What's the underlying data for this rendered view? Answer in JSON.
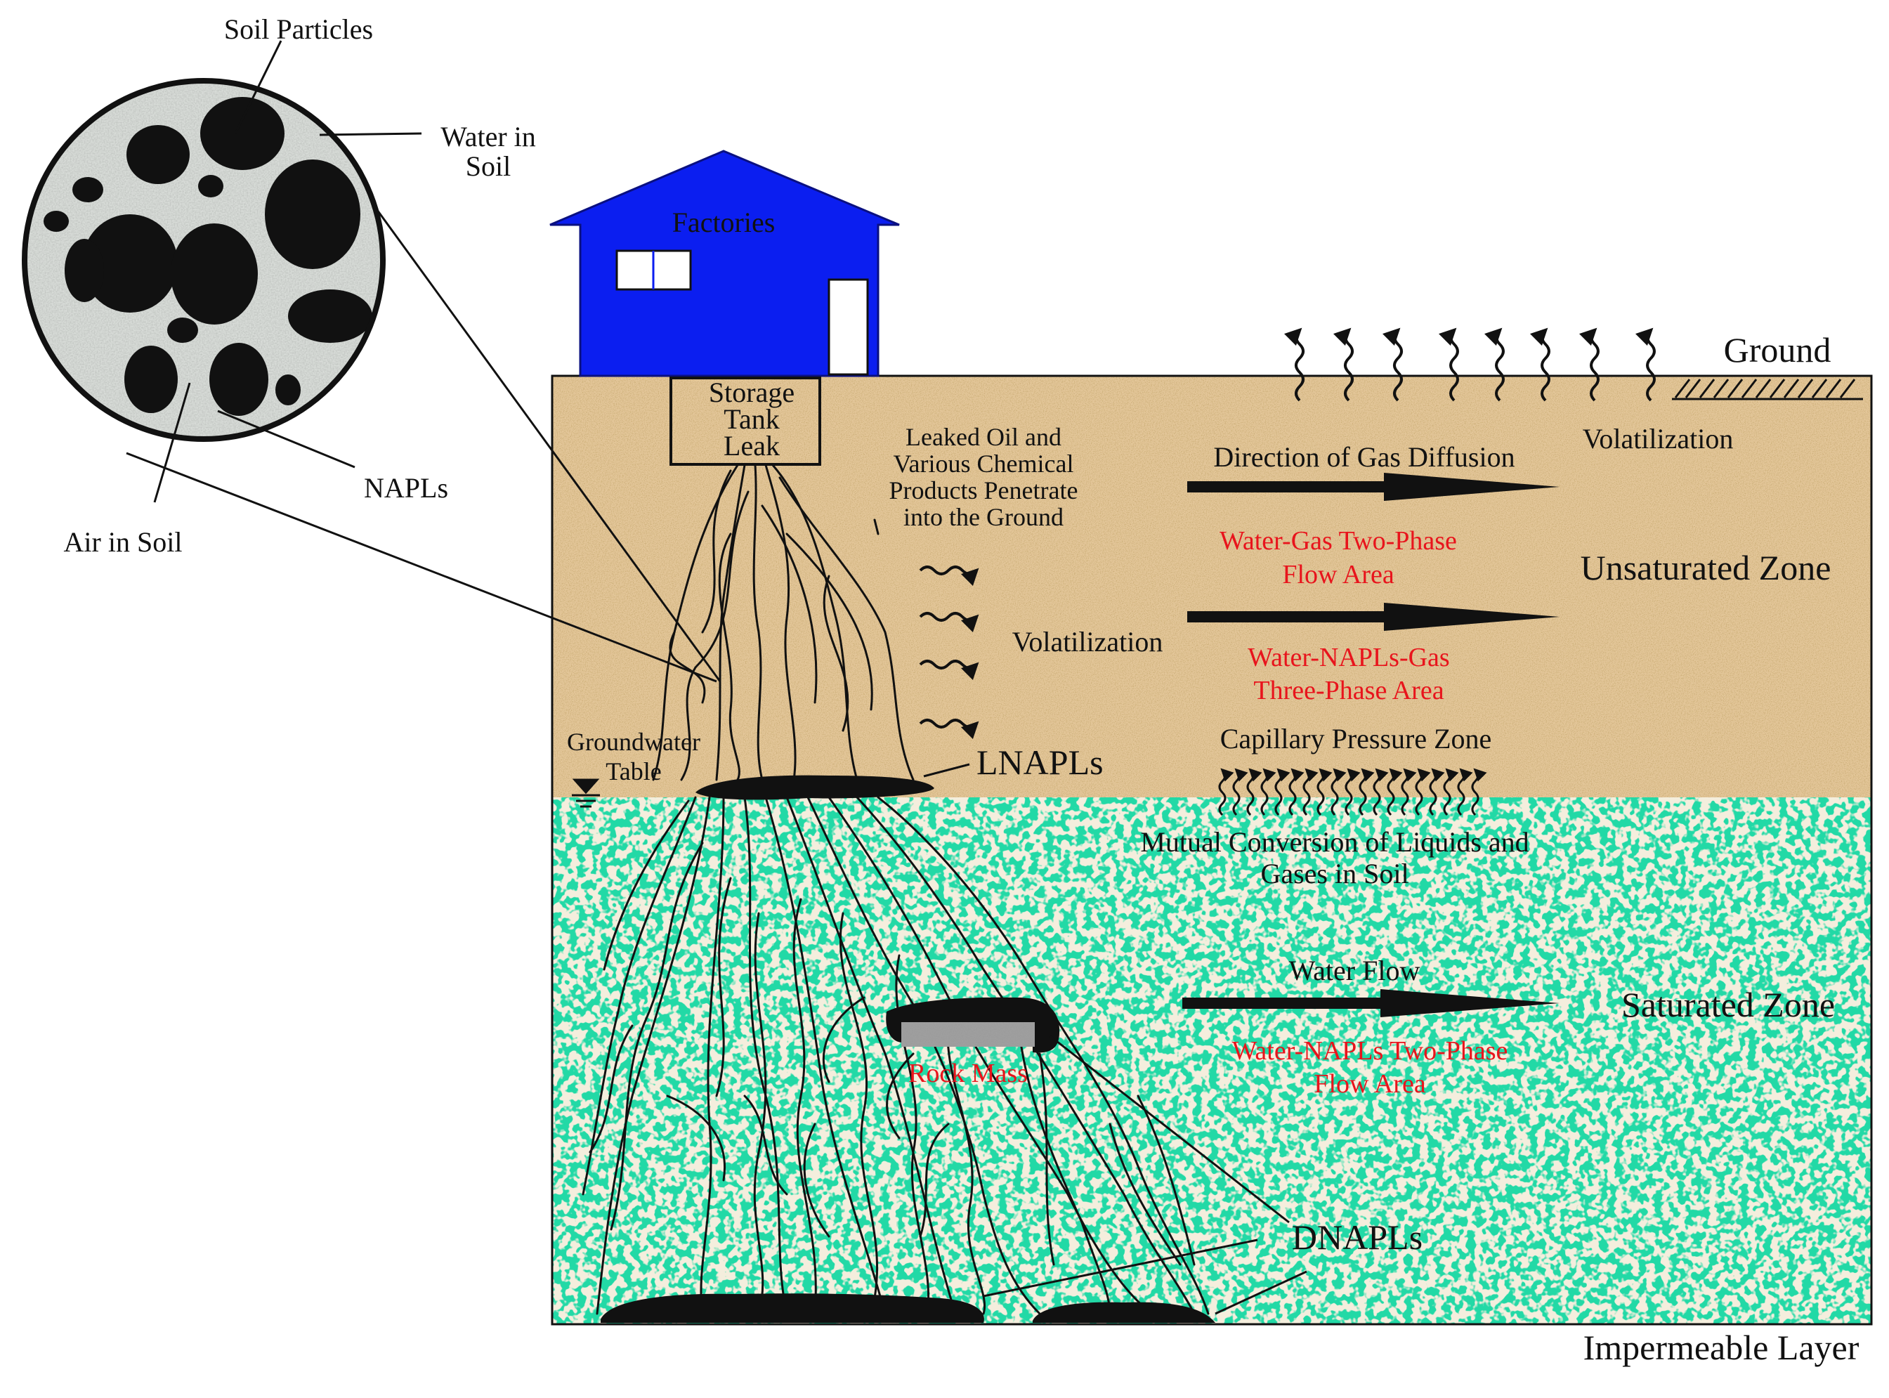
{
  "colors": {
    "unsaturated_soil": "#e4c79a",
    "saturated_zone": "#22d9a6",
    "factory": "#0b1ef0",
    "contaminant": "#111111",
    "red_label": "#e8141c",
    "outline": "#111111"
  },
  "labels": {
    "soil_particles": "Soil Particles",
    "water_in_soil": [
      "Water in",
      "Soil"
    ],
    "napls": "NAPLs",
    "air_in_soil": "Air in Soil",
    "factories": "Factories",
    "storage_tank": [
      "Storage",
      "Tank",
      "Leak"
    ],
    "leaked_oil": [
      "Leaked Oil and",
      "Various Chemical",
      "Products Penetrate",
      "into the Ground"
    ],
    "ground": "Ground",
    "volatilization_top": "Volatilization",
    "gas_diffusion": "Direction of Gas Diffusion",
    "water_gas": [
      "Water-Gas Two-Phase",
      "Flow Area"
    ],
    "unsaturated_zone": "Unsaturated Zone",
    "volatilization_mid": "Volatilization",
    "water_napls_gas": [
      "Water-NAPLs-Gas",
      "Three-Phase Area"
    ],
    "capillary": "Capillary Pressure Zone",
    "groundwater_table": [
      "Groundwater",
      "Table"
    ],
    "lnapls": "LNAPLs",
    "mutual_conversion": [
      "Mutual Conversion of Liquids and",
      "Gases in Soil"
    ],
    "water_flow": "Water Flow",
    "saturated_zone": "Saturated Zone",
    "water_napls_two": [
      "Water-NAPLs Two-Phase",
      "Flow Area"
    ],
    "rock_mass": "Rock Mass",
    "dnapls": "DNAPLs",
    "impermeable_layer": "Impermeable Layer"
  }
}
